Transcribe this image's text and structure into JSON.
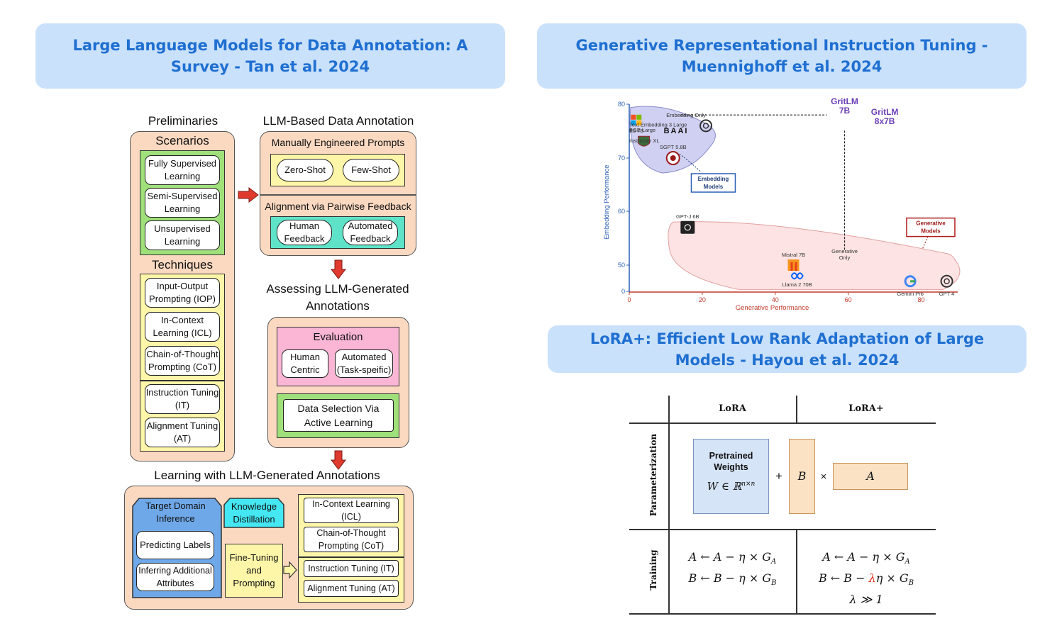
{
  "banners": {
    "survey": "Large Language Models for Data Annotation: A Survey - Tan et al. 2024",
    "grit": "Generative Representational Instruction Tuning - Muennighoff et al. 2024",
    "lora": "LoRA+: Efficient Low Rank Adaptation of Large Models - Hayou et al. 2024"
  },
  "survey": {
    "prelim_title": "Preliminaries",
    "scenarios_title": "Scenarios",
    "scenarios": [
      "Fully Supervised Learning",
      "Semi-Supervised Learning",
      "Unsupervised Learning"
    ],
    "techniques_title": "Techniques",
    "techniques": [
      "Input-Output Prompting (IOP)",
      "In-Context Learning (ICL)",
      "Chain-of-Thought Prompting (CoT)",
      "Instruction Tuning (IT)",
      "Alignment Tuning (AT)"
    ],
    "annotation_title": "LLM-Based Data Annotation",
    "prompts_title": "Manually Engineered Prompts",
    "zero_shot": "Zero-Shot",
    "few_shot": "Few-Shot",
    "alignment_title": "Alignment via Pairwise Feedback",
    "human_feedback": "Human Feedback",
    "automated_feedback": "Automated Feedback",
    "assessing_title": "Assessing LLM-Generated Annotations",
    "evaluation": "Evaluation",
    "human_centric": "Human Centric",
    "automated_task": "Automated (Task-speific)",
    "data_selection": "Data Selection Via Active Learning",
    "learning_title": "Learning with LLM-Generated Annotations",
    "target_domain": "Target Domain Inference",
    "knowledge_distillation": "Knowledge Distillation",
    "predicting_labels": "Predicting Labels",
    "inferring_attributes": "Inferring Additional Attributes",
    "fine_tuning": "Fine-Tuning and Prompting",
    "right_items": [
      "In-Context Learning (ICL)",
      "Chain-of-Thought Prompting (CoT)",
      "Instruction Tuning (IT)",
      "Alignment Tuning (AT)"
    ]
  },
  "chart_data": {
    "type": "scatter",
    "xlabel": "Generative Performance",
    "ylabel": "Embedding Performance",
    "xlim": [
      0,
      90
    ],
    "x_ticks": [
      "0",
      "20",
      "40",
      "60",
      "80"
    ],
    "y_ticks": [
      "0",
      "50",
      "60",
      "70",
      "80"
    ],
    "points": [
      {
        "label": "E5 7B",
        "x": 2,
        "y": 77,
        "icon": "microsoft-logo"
      },
      {
        "label": "Text Embedding 3 Large",
        "x": 21,
        "y": 76,
        "icon": "openai-logo"
      },
      {
        "label": "BGE Large",
        "x": 4,
        "y": 75,
        "icon": "baai-logo"
      },
      {
        "label": "Embedding Only",
        "x": 14,
        "y": 78,
        "icon": ""
      },
      {
        "label": "Instructor XL",
        "x": 4,
        "y": 73,
        "icon": "university-crest"
      },
      {
        "label": "SGPT 5.8B",
        "x": 12,
        "y": 70,
        "icon": "university-seal"
      },
      {
        "label": "GPT-J 6B",
        "x": 16,
        "y": 57,
        "icon": "eleuther-logo"
      },
      {
        "label": "Mistral 7B",
        "x": 45,
        "y": 50,
        "icon": "mistral-logo"
      },
      {
        "label": "Llama 2 70B",
        "x": 46,
        "y": 48,
        "icon": "meta-logo"
      },
      {
        "label": "Generative Only",
        "x": 59,
        "y": 52,
        "icon": ""
      },
      {
        "label": "Gemini Pro",
        "x": 77,
        "y": 47,
        "icon": "google-logo"
      },
      {
        "label": "GPT 4",
        "x": 87,
        "y": 47,
        "icon": "openai-logo"
      },
      {
        "label": "GritLM 7B",
        "x": 59,
        "y": 80,
        "icon": ""
      },
      {
        "label": "GritLM 8x7B",
        "x": 70,
        "y": 78,
        "icon": ""
      }
    ],
    "annotations": [
      "Embedding Models",
      "Generative Models"
    ],
    "colors": {
      "embedding_region": "#c8c8f0",
      "generative_region": "#fde0e0",
      "gritlm": "#6a3fb5",
      "axis_x": "#c0392b",
      "axis_y": "#2b5fb4"
    }
  },
  "lora_table": {
    "col_lora": "LoRA",
    "col_loraplus": "LoRA+",
    "row_param": "Parameterization",
    "row_training": "Training",
    "pretrained": "Pretrained Weights",
    "w_expr": "W ∈ ℝ",
    "w_sup": "n×n",
    "plus": "+",
    "times": "×",
    "b": "B",
    "a": "A",
    "lora_a_update": "A ← A − η × G",
    "lora_b_update": "B ← B − η × G",
    "plus_a_update": "A ← A − η × G",
    "plus_b_pre": "B ← B − ",
    "plus_lambda": "λ",
    "plus_b_post": "η × G",
    "sub_a": "A",
    "sub_b": "B",
    "lambda_cond": "λ ≫ 1",
    "colors": {
      "weights": "#d6e4f7",
      "adapter": "#fbe2c4",
      "lambda": "#e0321f"
    }
  }
}
